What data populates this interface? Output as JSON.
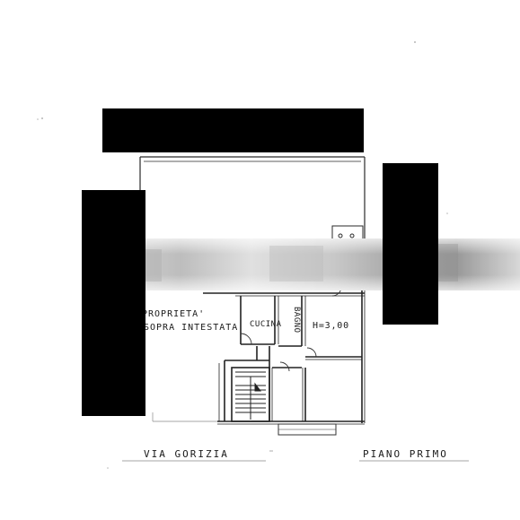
{
  "plan": {
    "owner_note_line1": "PROPRIETA'",
    "owner_note_line2": "SOPRA INTESTATA",
    "kitchen_label": "CUCINA",
    "bathroom_label": "BAGNO",
    "height_label": "H=3,00",
    "street_label": "VIA GORIZIA",
    "floor_label": "PIANO PRIMO"
  },
  "colors": {
    "redaction": "#000000",
    "ink": "#1a1a1a",
    "blur": "#9a9a9a",
    "paper": "#ffffff"
  }
}
